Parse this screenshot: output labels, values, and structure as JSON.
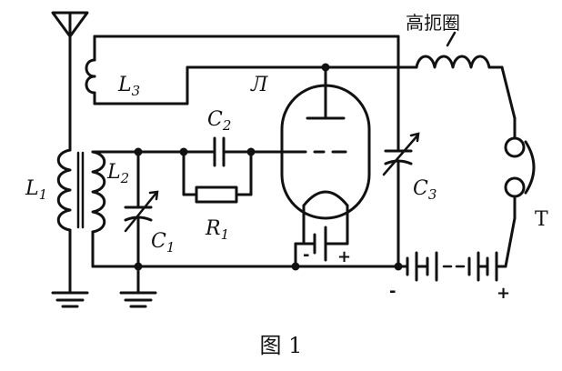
{
  "labels": {
    "L1": "L",
    "L1_sub": "1",
    "L2": "L",
    "L2_sub": "2",
    "L3": "L",
    "L3_sub": "3",
    "C1": "C",
    "C1_sub": "1",
    "C2": "C",
    "C2_sub": "2",
    "C3": "C",
    "C3_sub": "3",
    "R1": "R",
    "R1_sub": "1",
    "tube": "Л",
    "phones": "T",
    "choke": "高扼圈",
    "filament_minus": "-",
    "filament_plus": "+",
    "battery_minus": "-",
    "battery_plus": "+"
  },
  "caption": "图 1"
}
